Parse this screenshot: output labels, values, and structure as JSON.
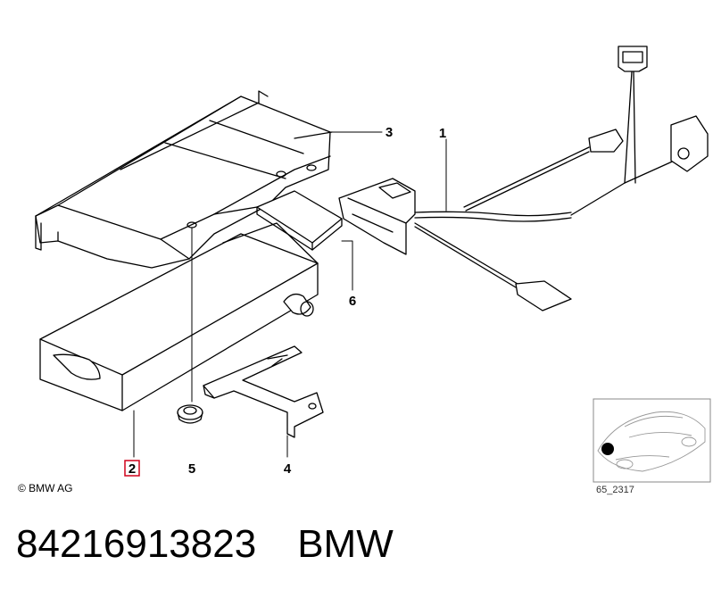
{
  "callouts": {
    "c1": "1",
    "c2": "2",
    "c3": "3",
    "c4": "4",
    "c5": "5",
    "c6": "6"
  },
  "highlight_color": "#d0021b",
  "copyright": "© BMW AG",
  "thumbnail": {
    "code": "65_2317"
  },
  "part": {
    "number": "84216913823",
    "brand": "BMW"
  }
}
